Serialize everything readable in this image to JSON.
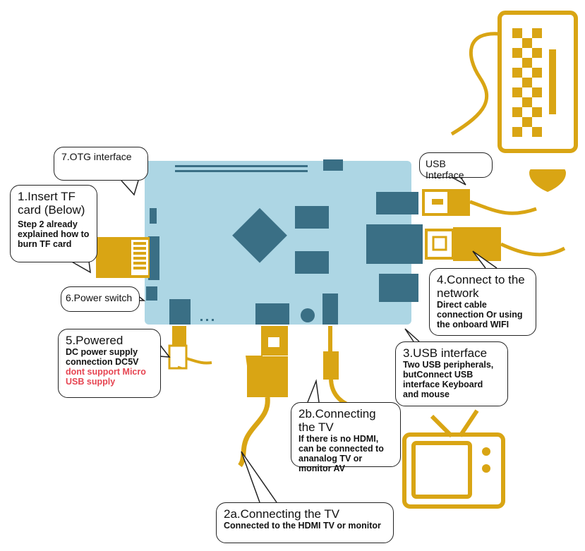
{
  "colors": {
    "board": "#add6e4",
    "component": "#3a6f85",
    "accent": "#d9a514",
    "line": "#222222",
    "warning": "#e64552"
  },
  "callouts": {
    "otg": {
      "title": "7.OTG interface"
    },
    "tf": {
      "title": "1.Insert TF card (Below)",
      "desc": "Step 2 already explained how to burn TF card"
    },
    "power_switch": {
      "title": "6.Power switch"
    },
    "powered": {
      "title": "5.Powered",
      "desc": "DC power supply connection DC5V",
      "warning": "dont support Micro USB supply"
    },
    "usb_interface_top": {
      "title": "USB Interface"
    },
    "network": {
      "title": "4.Connect to the network",
      "desc": "Direct cable connection Or using the onboard WIFI"
    },
    "usb_interface": {
      "title": "3.USB interface",
      "desc": "Two USB peripherals, butConnect USB interface Keyboard and mouse"
    },
    "av_tv": {
      "title": "2b.Connecting the TV",
      "desc": "If there is no HDMI, can be connected to ananalog TV or monitor AV"
    },
    "hdmi_tv": {
      "title": "2a.Connecting the TV",
      "desc": "Connected to the HDMI TV or monitor"
    }
  }
}
